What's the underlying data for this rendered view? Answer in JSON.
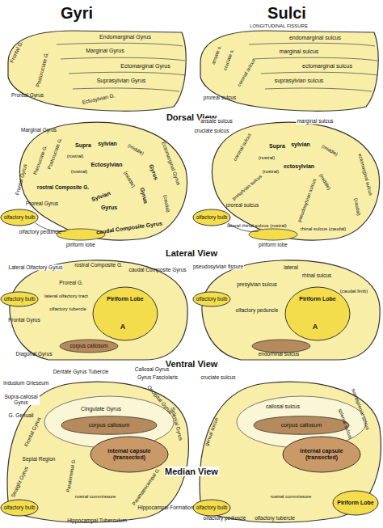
{
  "diagram": {
    "labels": [
      "Gyri",
      "Sulci",
      "Frontal G.",
      "Postcruciate G.",
      "Proreal Gyrus",
      "Endomarginal Gyrus",
      "Marginal Gyrus",
      "Ectomarginal Gyrus",
      "Suprasylvian Gyrus",
      "Ectosylvian G.",
      "LONGITUDINAL FISSURE",
      "endomarginal sulcus",
      "marginal sulcus",
      "ectomarginal sulcus",
      "suprasylvian sulcus",
      "ansate s.",
      "cruciate s.",
      "coronal sulcus",
      "proreal sulcus",
      "Dorsal View",
      "Marginal Gyrus",
      "Precruciate G.",
      "Postcruciate G.",
      "Frontal Gyrus",
      "Proreal Gyrus",
      "Supra",
      "sylvian",
      "(rostral)",
      "(middle)",
      "Ectomarginal Gyrus",
      "Gyrus",
      "(caudal)",
      "(rostral)",
      "Ectosylvian",
      "(middle)",
      "Gyrus",
      "rostral Composite G.",
      "Sylvian",
      "Gyrus",
      "caudal Composite Gyrus",
      "olfactory bulb",
      "olfactory peduncle",
      "piriform lobe",
      "ansate sulcus",
      "cruciate sulcus",
      "marginal sulcus",
      "coronal sulcus",
      "(rostral)",
      "Supra",
      "sylvian",
      "(middle)",
      "ectomarginal sulcus",
      "(caudal)",
      "(rostral)",
      "ectosylvian",
      "(middle)",
      "pseudosylvian sulcus",
      "presylvian sulcus",
      "proreal sulcus",
      "lateral rhinal sulcus (rostral)",
      "rhinal sulcus (caudal)",
      "olfactory bulb",
      "piriform lobe",
      "Lateral View",
      "Lateral Olfactory Gyrus",
      "rostral Composite G.",
      "caudal Composite Gyrus",
      "Proreal G.",
      "olfactory bulb",
      "lateral olfactory tract",
      "olfactory tubercle",
      "Piriform Lobe",
      "A",
      "Frontal Gyrus",
      "corpus callosum",
      "Diagonal Gyrus",
      "pseudosylvian fissure",
      "lateral",
      "rhinal sulcus",
      "(caudal limb)",
      "presylvian sulcus",
      "olfactory bulb",
      "olfactory peduncle",
      "Piriform Lobe",
      "A",
      "endorhinal sulcus",
      "Ventral View",
      "Dentate Gyrus Tubercle",
      "Callosal Gyrus",
      "Gyrus Fasciolaris",
      "Indusium Grieseum",
      "Supra-callosal Gyrus",
      "Frontal Gyrus",
      "G. Genuali",
      "Cingulate Gyrus",
      "corpus callosum",
      "Splenial Gyrus",
      "Occipital Gyrus",
      "internal capsule (transected)",
      "Septal Region",
      "Paraterminal G.",
      "Parahippocampal G.",
      "Straight Gyrus",
      "Hippocampal Formation",
      "olfactory bulb",
      "rostral commissure",
      "Hippocampal Tuberculum",
      "cruciate sulcus",
      "suprasplenial sulcus",
      "splenial sulcus",
      "callosal sulcus",
      "corpus callosum",
      "genual sulcus",
      "internal capsule (transected)",
      "Piriform Lobe",
      "olfactory peduncle",
      "olfactory tubercle",
      "rostral commissure",
      "olfactory bulb",
      "Median View"
    ]
  }
}
